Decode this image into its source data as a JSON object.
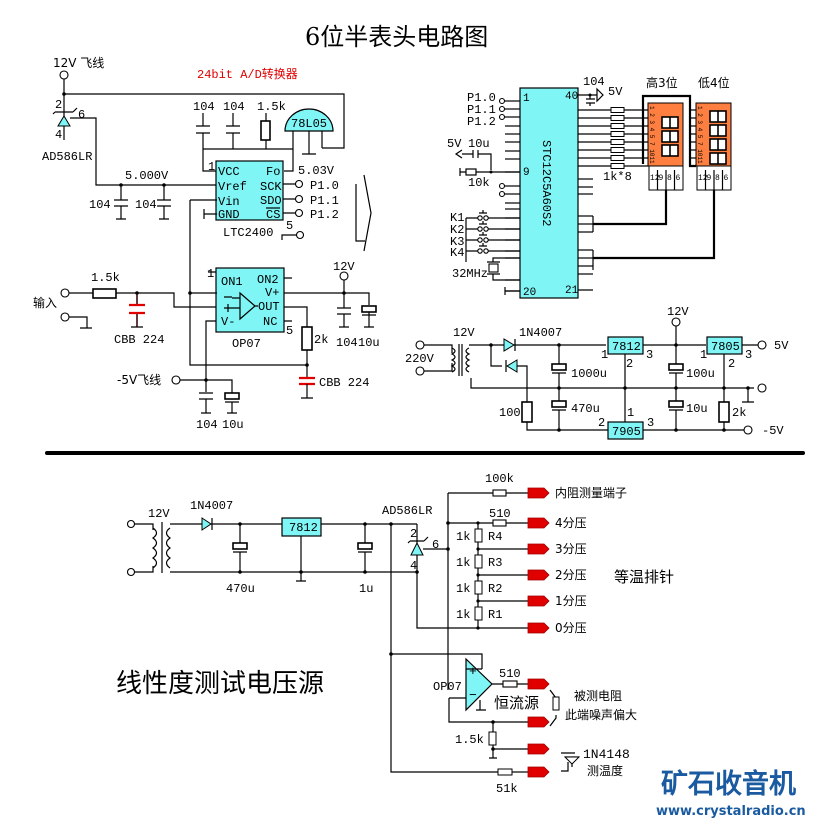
{
  "title": "6位半表头电路图",
  "subtitle_adc": "24bit A/D转换器",
  "section2_title": "线性度测试电压源",
  "colors": {
    "chip": "#7ff5f5",
    "display": "#ff7f40",
    "terminal": "#e00000",
    "accent_text": "#e00000",
    "brand": "#1a5aa0"
  },
  "adc": {
    "supply_label": "12V 飞线",
    "ref_chip": "AD586LR",
    "ref_pins": [
      "2",
      "6",
      "4"
    ],
    "vref_value": "5.000V",
    "caps_vref": [
      "104",
      "104"
    ],
    "caps_vcc": [
      "104",
      "104"
    ],
    "res_vcc": "1.5k",
    "regulator": "78L05",
    "chip_name": "LTC2400",
    "pins_left": [
      "VCC",
      "Vref",
      "Vin",
      "GND"
    ],
    "pins_right": [
      "Fo",
      "SCK",
      "SDO",
      "CS"
    ],
    "pin1": "1",
    "pin5": "5",
    "fo_voltage": "5.03V",
    "ports": [
      "P1.0",
      "P1.1",
      "P1.2"
    ]
  },
  "amp": {
    "input_label": "输入",
    "input_res": "1.5k",
    "input_cap": "CBB 224",
    "chip_name": "OP07",
    "pins": [
      "ON1",
      "ON2",
      "V+",
      "OUT",
      "V-",
      "NC"
    ],
    "pin1": "1",
    "pin5": "5",
    "supply_pos": "12V",
    "caps_pos": [
      "104",
      "10u"
    ],
    "fb_res": "2k",
    "fb_cap": "CBB 224",
    "supply_neg": "-5V飞线",
    "caps_neg": [
      "104",
      "10u"
    ]
  },
  "mcu": {
    "chip_name": "STC12C5A60S2",
    "ports": [
      "P1.0",
      "P1.1",
      "P1.2"
    ],
    "pin_labels": {
      "p1": "1",
      "p9": "9",
      "p20": "20",
      "p21": "21",
      "p40": "40"
    },
    "decoupling": "104",
    "supply": "5V",
    "reset_supply": "5V",
    "reset_cap": "10u",
    "reset_res": "10k",
    "keys": [
      "K1",
      "K2",
      "K3",
      "K4"
    ],
    "crystal": "32MHz",
    "res_array": "1k*8",
    "display_high": "高3位",
    "display_low": "低4位",
    "display_side_pins": [
      "1",
      "2",
      "3",
      "4",
      "5",
      "7",
      "10",
      "11"
    ],
    "display_bottom_pins": [
      "12",
      "9",
      "8",
      "6"
    ]
  },
  "psu": {
    "mains": "220V",
    "secondary": "12V",
    "diode": "1N4007",
    "caps_top": [
      "1000u",
      "100u"
    ],
    "caps_bottom": [
      "470u",
      "10u"
    ],
    "reg_pos": "7812",
    "reg_5v": "7805",
    "reg_neg": "7905",
    "res_bleed": "100",
    "res_load": "2k",
    "out_12v": "12V",
    "out_5v": "5V",
    "out_neg5v": "-5V",
    "pin_nums": [
      "1",
      "2",
      "3"
    ]
  },
  "testsrc": {
    "secondary": "12V",
    "diode": "1N4007",
    "cap_in": "470u",
    "regulator": "7812",
    "cap_out": "1u",
    "ref_chip": "AD586LR",
    "ref_pins": [
      "2",
      "6",
      "4"
    ],
    "res_top": "100k",
    "res_510": "510",
    "divider": [
      {
        "value": "1k",
        "name": "R4"
      },
      {
        "value": "1k",
        "name": "R3"
      },
      {
        "value": "1k",
        "name": "R2"
      },
      {
        "value": "1k",
        "name": "R1"
      }
    ],
    "terminals": [
      "内阻测量端子",
      "4分压",
      "3分压",
      "2分压",
      "1分压",
      "0分压"
    ],
    "iso_pins": "等温排针",
    "opamp": "OP07",
    "opamp_res": "510",
    "current_source": "恒流源",
    "dut_label": [
      "被测电阻",
      "此端噪声偏大"
    ],
    "sense_res": "1.5k",
    "temp_diode": "1N4148",
    "temp_label": "测温度",
    "temp_res": "51k"
  },
  "brand": {
    "name": "矿石收音机",
    "url": "www.crystalradio.cn"
  }
}
